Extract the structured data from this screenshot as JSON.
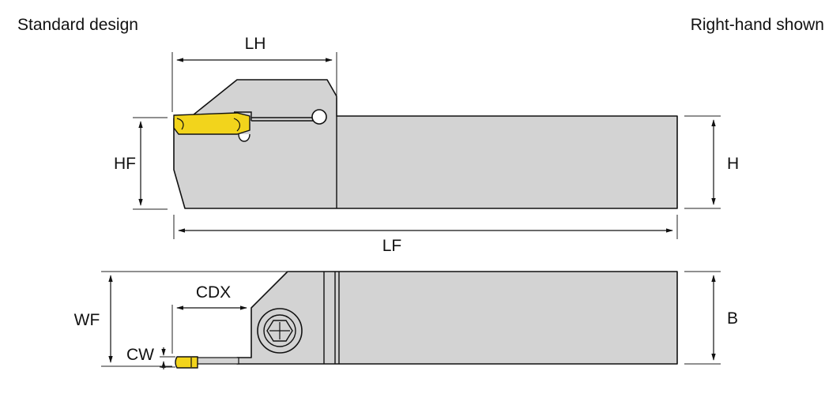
{
  "captions": {
    "left": "Standard design",
    "right": "Right-hand shown"
  },
  "dimensions": {
    "lh": "LH",
    "hf": "HF",
    "h": "H",
    "lf": "LF",
    "cdx": "CDX",
    "wf": "WF",
    "b": "B",
    "cw": "CW"
  },
  "colors": {
    "holder_body": "#d3d3d3",
    "insert": "#f2d41c",
    "outline": "#111111"
  }
}
